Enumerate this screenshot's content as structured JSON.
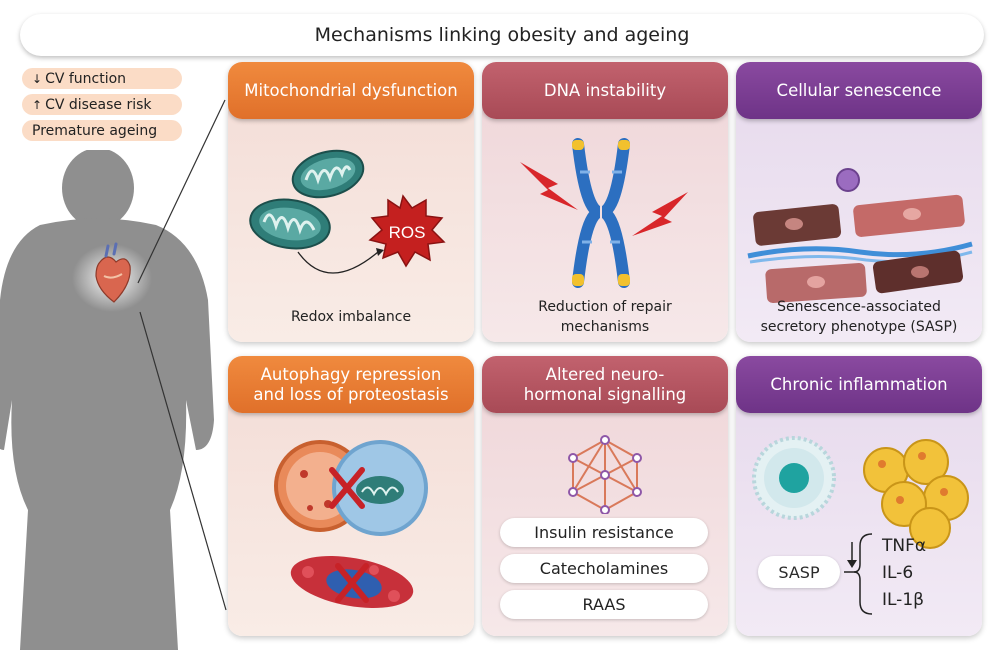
{
  "title": "Mechanisms linking obesity and ageing",
  "effects": [
    {
      "arrow": "↓",
      "label": "CV function"
    },
    {
      "arrow": "↑",
      "label": "CV disease risk"
    },
    {
      "arrow": "",
      "label": "Premature ageing"
    }
  ],
  "panels": {
    "mitochondrial": {
      "title": "Mitochondrial dysfunction",
      "ros": "ROS",
      "caption": "Redox imbalance"
    },
    "dna": {
      "title": "DNA instability",
      "caption_line1": "Reduction of repair",
      "caption_line2": "mechanisms"
    },
    "senescence": {
      "title": "Cellular senescence",
      "caption_line1": "Senescence-associated",
      "caption_line2": "secretory phenotype (SASP)"
    },
    "autophagy": {
      "title_line1": "Autophagy repression",
      "title_line2": "and loss of proteostasis"
    },
    "neurohormonal": {
      "title_line1": "Altered neuro-",
      "title_line2": "hormonal signalling",
      "items": [
        "Insulin resistance",
        "Catecholamines",
        "RAAS"
      ]
    },
    "inflammation": {
      "title": "Chronic inflammation",
      "sasp": "SASP",
      "cytokines": [
        "TNFα",
        "IL-6",
        "IL-1β"
      ]
    }
  },
  "colors": {
    "orange": "#e8792f",
    "rose": "#b3535f",
    "purple": "#7a3d93"
  }
}
